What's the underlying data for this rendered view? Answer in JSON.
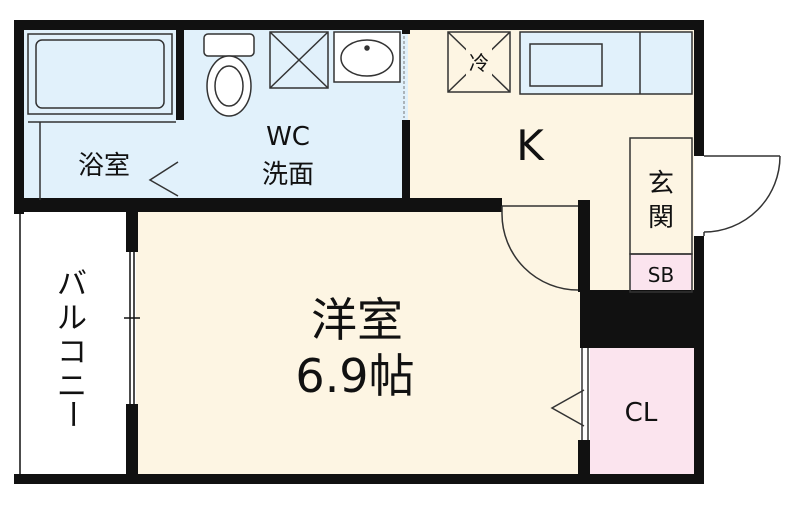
{
  "rooms": {
    "bath": "浴室",
    "wc_line1": "WC",
    "wc_line2": "洗面",
    "kitchen": "K",
    "fridge": "冷",
    "entrance_char1": "玄",
    "entrance_char2": "関",
    "shoebox": "SB",
    "western_room": "洋室",
    "western_size": "6.9帖",
    "closet": "CL",
    "balcony_chars": [
      "バ",
      "ル",
      "コ",
      "ニ",
      "ー"
    ]
  },
  "colors": {
    "wall": "#111111",
    "wet_area": "#e1f1fb",
    "room_floor": "#fdf5e3",
    "pink_area": "#fbe4ee",
    "balcony": "#ffffff"
  }
}
